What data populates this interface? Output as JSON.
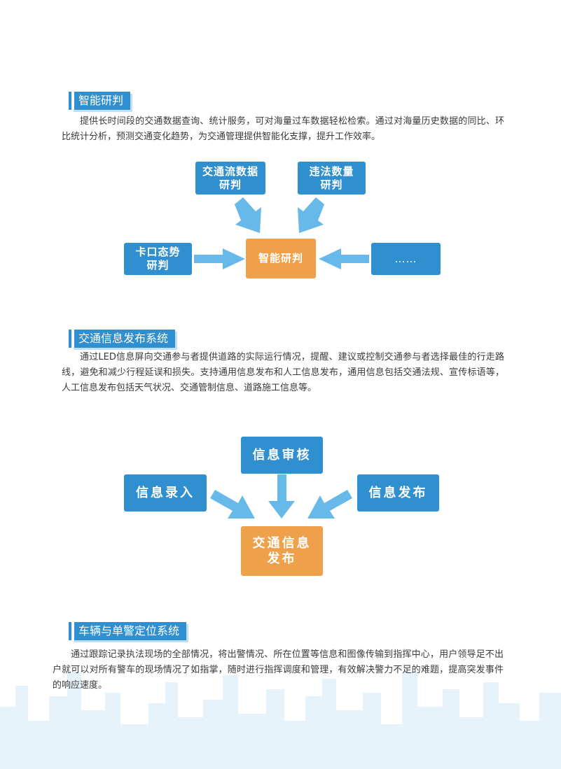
{
  "sections": [
    {
      "title": "智能研判",
      "paragraph": "提供长时间段的交通数据查询、统计服务，可对海量过车数据轻松检索。通过对海量历史数据的同比、环比统计分析，预测交通变化趋势，为交通管理提供智能化支撑，提升工作效率。",
      "diagram": {
        "center": "智能研判",
        "top_left": "交通流数据\n研判",
        "top_right": "违法数量\n研判",
        "left": "卡口态势\n研判",
        "right": "……"
      }
    },
    {
      "title": "交通信息发布系统",
      "paragraph": "通过LED信息屏向交通参与者提供道路的实际运行情况，提醒、建议或控制交通参与者选择最佳的行走路线，避免和减少行程延误和损失。支持通用信息发布和人工信息发布，通用信息包括交通法规、宣传标语等，人工信息发布包括天气状况、交通管制信息、道路施工信息等。",
      "diagram": {
        "top": "信息审核",
        "left": "信息录入",
        "right": "信息发布",
        "center": "交通信息\n发布"
      }
    },
    {
      "title": "车辆与单警定位系统",
      "paragraph": "通过跟踪记录执法现场的全部情况，将出警情况、所在位置等信息和图像传输到指挥中心，用户领导足不出户就可以对所有警车的现场情况了如指掌，随时进行指挥调度和管理，有效解决警力不足的难题，提高突发事件的响应速度。"
    }
  ],
  "colors": {
    "blue": "#2f8fcf",
    "orange": "#eea04a",
    "arrow": "#66b9e8",
    "skyline": "#e3f2fb"
  }
}
